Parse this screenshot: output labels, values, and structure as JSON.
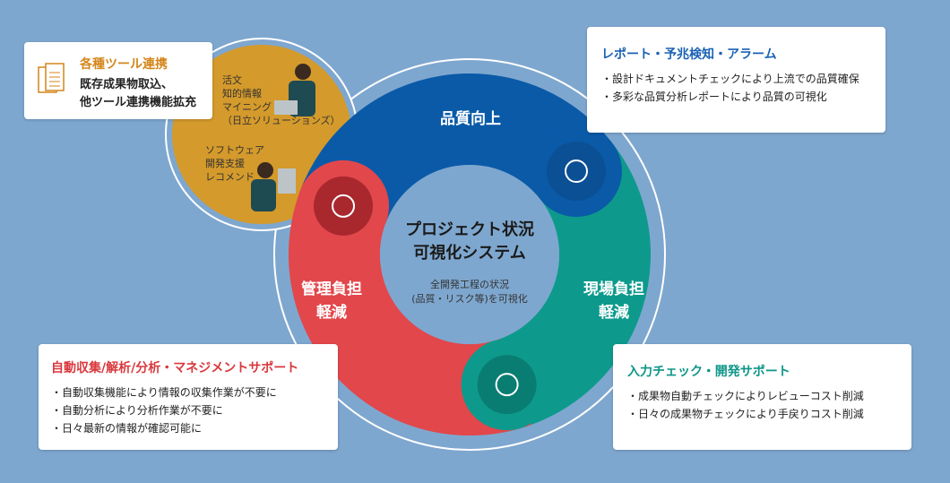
{
  "center": {
    "title_line1": "プロジェクト状況",
    "title_line2": "可視化システム",
    "sub_line1": "全開発工程の状況",
    "sub_line2": "(品質・リスク等)を可視化"
  },
  "segments": {
    "quality": "品質向上",
    "field_line1": "現場負担",
    "field_line2": "軽減",
    "mgmt_line1": "管理負担",
    "mgmt_line2": "軽減"
  },
  "tools": {
    "title": "各種ツール連携",
    "line1": "既存成果物取込、",
    "line2": "他ツール連携機能拡充",
    "mining": [
      "活文",
      "知的情報",
      "マイニング",
      "（日立ソリューションズ）"
    ],
    "recommend": [
      "ソフトウェア",
      "開発支援",
      "レコメンド"
    ]
  },
  "report": {
    "title": "レポート・予兆検知・アラーム",
    "items": [
      "設計ドキュメントチェックにより上流での品質確保",
      "多彩な品質分析レポートにより品質の可視化"
    ]
  },
  "auto": {
    "title": "自動収集/解析/分析・マネジメントサポート",
    "items": [
      "自動収集機能により情報の収集作業が不要に",
      "自動分析により分析作業が不要に",
      "日々最新の情報が確認可能に"
    ]
  },
  "input": {
    "title": "入力チェック・開発サポート",
    "items": [
      "成果物自動チェックによりレビューコスト削減",
      "日々の成果物チェックにより手戻りコスト削減"
    ]
  },
  "colors": {
    "blue": "#0a5aa8",
    "teal": "#0d9a8c",
    "red": "#e2474b",
    "gold": "#d49a2b",
    "orange_title": "#d4861c",
    "report_title": "#1a62b4",
    "auto_title": "#d9383d",
    "input_title": "#0e9688"
  }
}
